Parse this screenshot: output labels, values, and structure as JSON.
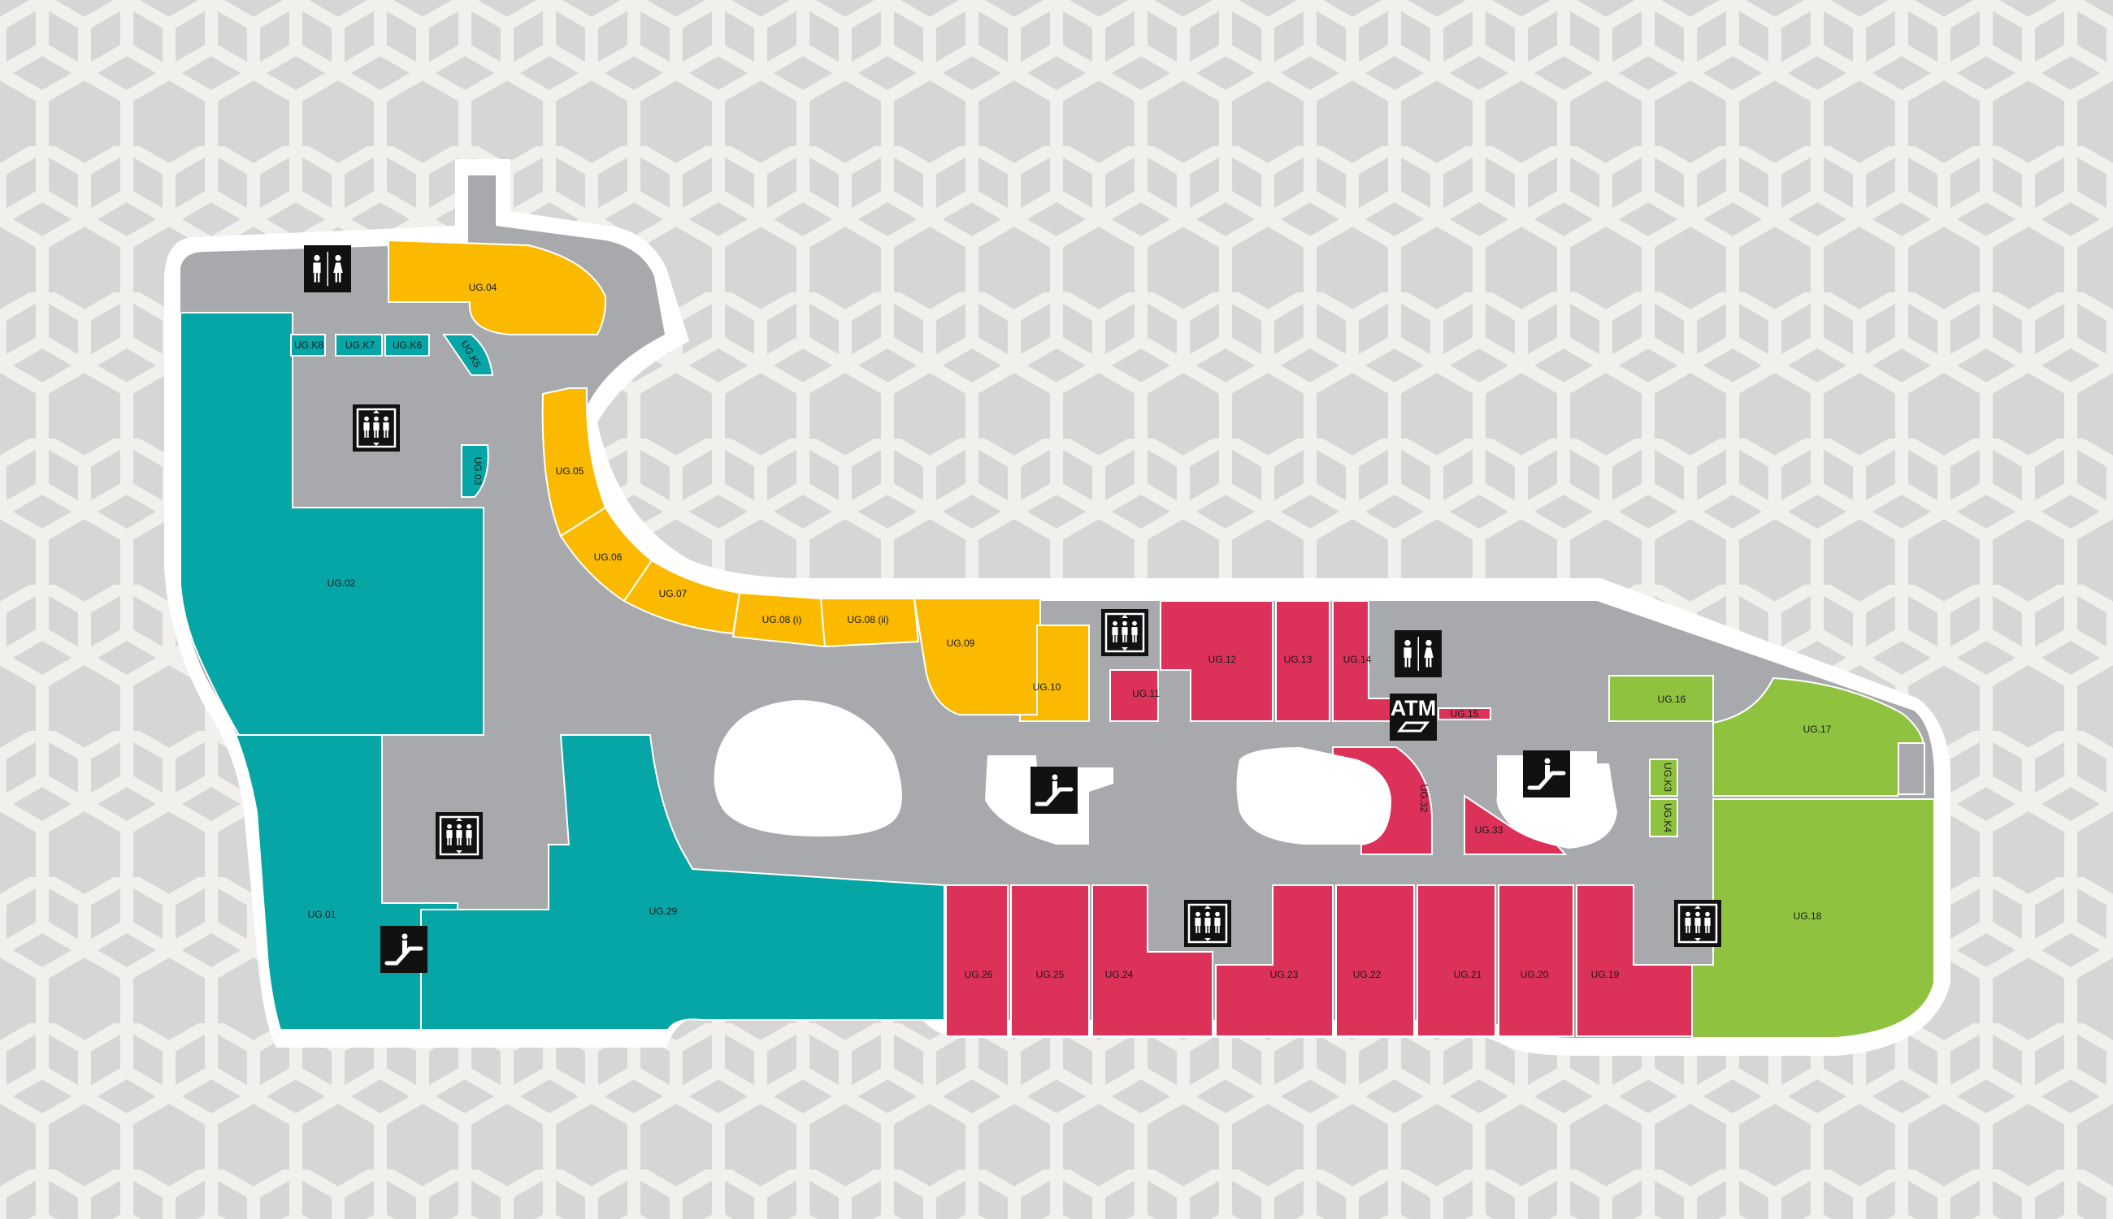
{
  "map": {
    "colors": {
      "background": "#d6d6d6",
      "pattern_line": "#f2f0ec",
      "outline": "#ffffff",
      "corridor": "#a7a9ac",
      "teal": "#07a6a6",
      "amber": "#fbba00",
      "crimson": "#dc3159",
      "green": "#8fc23e",
      "void": "#ffffff",
      "icon_bg": "#111111",
      "icon_fg": "#ffffff"
    },
    "legend_icons": {
      "lift": "lift-icon",
      "toilet": "toilets-icon",
      "escalator": "escalator-icon",
      "atm": "atm-icon"
    },
    "atm_label": "ATM",
    "units": {
      "UG.01": "UG.01",
      "UG.02": "UG.02",
      "UG.03": "UG.03",
      "UG.04": "UG.04",
      "UG.05": "UG.05",
      "UG.06": "UG.06",
      "UG.07": "UG.07",
      "UG.08 (i)": "UG.08 (i)",
      "UG.08 (ii)": "UG.08 (ii)",
      "UG.09": "UG.09",
      "UG.10": "UG.10",
      "UG.11": "UG.11",
      "UG.12": "UG.12",
      "UG.13": "UG.13",
      "UG.14": "UG.14",
      "UG.15": "UG.15",
      "UG.16": "UG.16",
      "UG.17": "UG.17",
      "UG.18": "UG.18",
      "UG.19": "UG.19",
      "UG.20": "UG.20",
      "UG.21": "UG.21",
      "UG.22": "UG.22",
      "UG.23": "UG.23",
      "UG.24": "UG.24",
      "UG.25": "UG.25",
      "UG.26": "UG.26",
      "UG.29": "UG.29",
      "UG.32": "UG.32",
      "UG.33": "UG.33",
      "UG.K3": "UG.K3",
      "UG.K4": "UG.K4",
      "UG.K5": "UG.K5",
      "UG.K6": "UG.K6",
      "UG.K7": "UG.K7",
      "UG.K8": "UG.K8"
    }
  }
}
